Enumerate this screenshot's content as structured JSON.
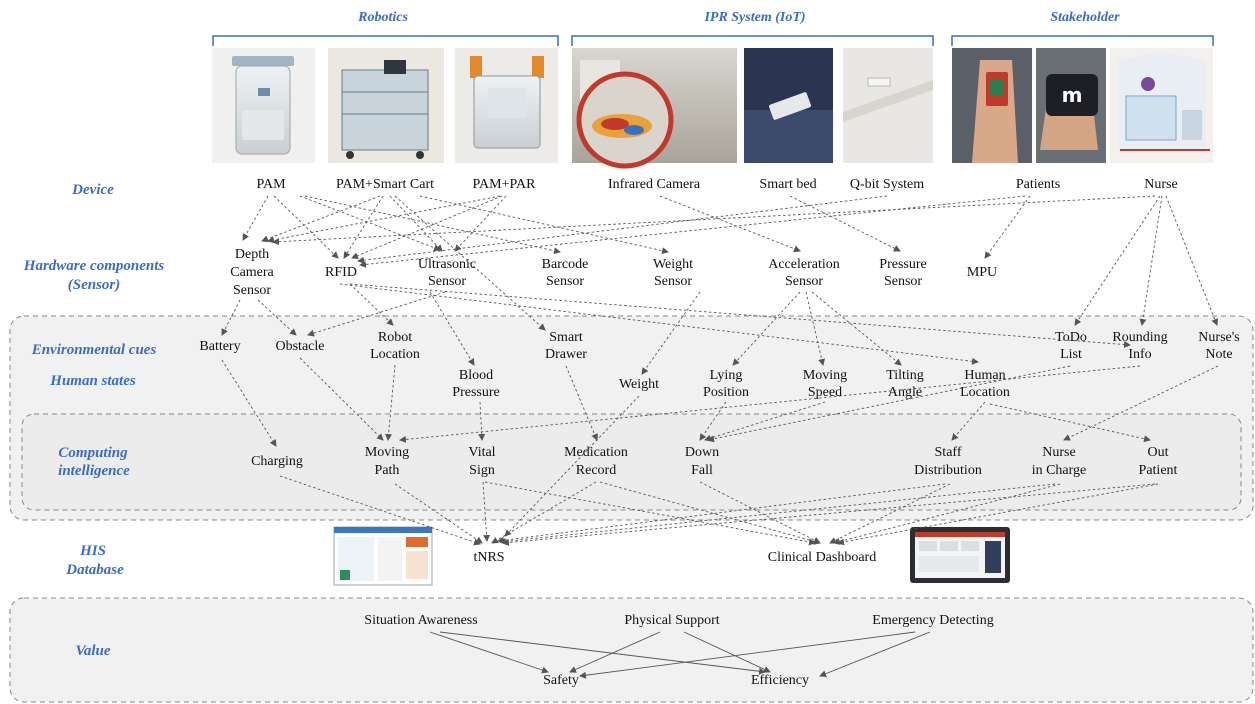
{
  "categories": {
    "robotics": "Robotics",
    "ipr": "IPR System (IoT)",
    "stakeholder": "Stakeholder"
  },
  "rows": {
    "device": "Device",
    "hardware_l1": "Hardware components",
    "hardware_l2": "(Sensor)",
    "env": "Environmental cues",
    "human": "Human states",
    "computing_l1": "Computing",
    "computing_l2": "intelligence",
    "his_l1": "HIS",
    "his_l2": "Database",
    "value": "Value"
  },
  "devices": {
    "pam": "PAM",
    "pam_cart": "PAM+Smart Cart",
    "pam_par": "PAM+PAR",
    "infrared": "Infrared Camera",
    "smart_bed": "Smart bed",
    "qbit": "Q-bit System",
    "patients": "Patients",
    "nurse": "Nurse"
  },
  "sensors": {
    "depth_l1": "Depth",
    "depth_l2": "Camera",
    "depth_l3": "Sensor",
    "rfid": "RFID",
    "ultra_l1": "Ultrasonic",
    "ultra_l2": "Sensor",
    "barcode_l1": "Barcode",
    "barcode_l2": "Sensor",
    "weight_l1": "Weight",
    "weight_l2": "Sensor",
    "accel_l1": "Acceleration",
    "accel_l2": "Sensor",
    "pressure_l1": "Pressure",
    "pressure_l2": "Sensor",
    "mpu": "MPU"
  },
  "cues": {
    "battery": "Battery",
    "obstacle": "Obstacle",
    "robot_loc_l1": "Robot",
    "robot_loc_l2": "Location",
    "smart_drawer_l1": "Smart",
    "smart_drawer_l2": "Drawer",
    "todo_l1": "ToDo",
    "todo_l2": "List",
    "rounding_l1": "Rounding",
    "rounding_l2": "Info",
    "note_l1": "Nurse's",
    "note_l2": "Note",
    "bp_l1": "Blood",
    "bp_l2": "Pressure",
    "weight": "Weight",
    "lying_l1": "Lying",
    "lying_l2": "Position",
    "speed_l1": "Moving",
    "speed_l2": "Speed",
    "tilt_l1": "Tilting",
    "tilt_l2": "Angle",
    "hloc_l1": "Human",
    "hloc_l2": "Location"
  },
  "computing": {
    "charging": "Charging",
    "path_l1": "Moving",
    "path_l2": "Path",
    "vital_l1": "Vital",
    "vital_l2": "Sign",
    "med_l1": "Medication",
    "med_l2": "Record",
    "fall_l1": "Down",
    "fall_l2": "Fall",
    "staff_l1": "Staff",
    "staff_l2": "Distribution",
    "charge_l1": "Nurse",
    "charge_l2": "in Charge",
    "out_l1": "Out",
    "out_l2": "Patient"
  },
  "his": {
    "tnrs": "tNRS",
    "dashboard": "Clinical Dashboard"
  },
  "values": {
    "situation": "Situation Awareness",
    "physical": "Physical Support",
    "emergency": "Emergency Detecting",
    "safety": "Safety",
    "efficiency": "Efficiency"
  },
  "colors": {
    "label_blue": "#3b6cc4",
    "panel_fill": "#f1f1f1"
  }
}
